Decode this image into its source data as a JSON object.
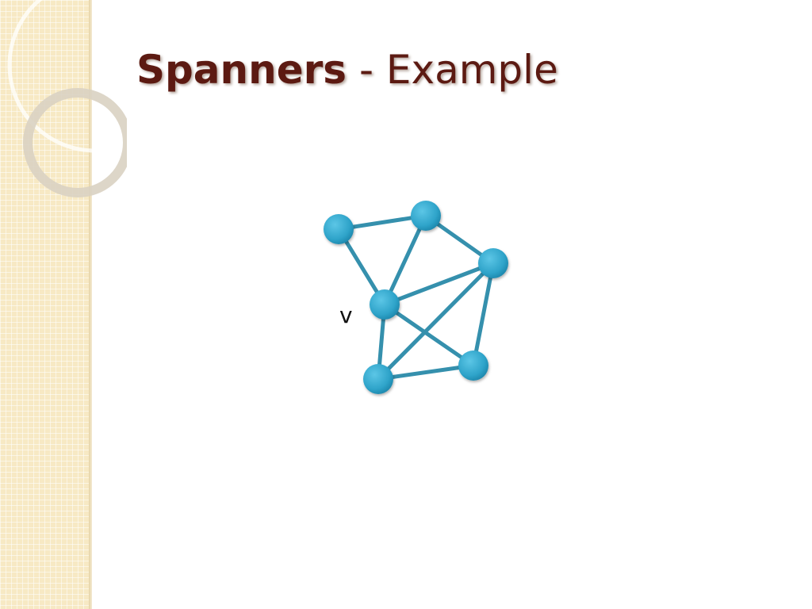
{
  "slide": {
    "title_bold": "Spanners",
    "title_rest": " - Example"
  },
  "graph": {
    "node_label": "v",
    "node_color": "#2ea3c9",
    "edge_color": "#3590ad"
  }
}
